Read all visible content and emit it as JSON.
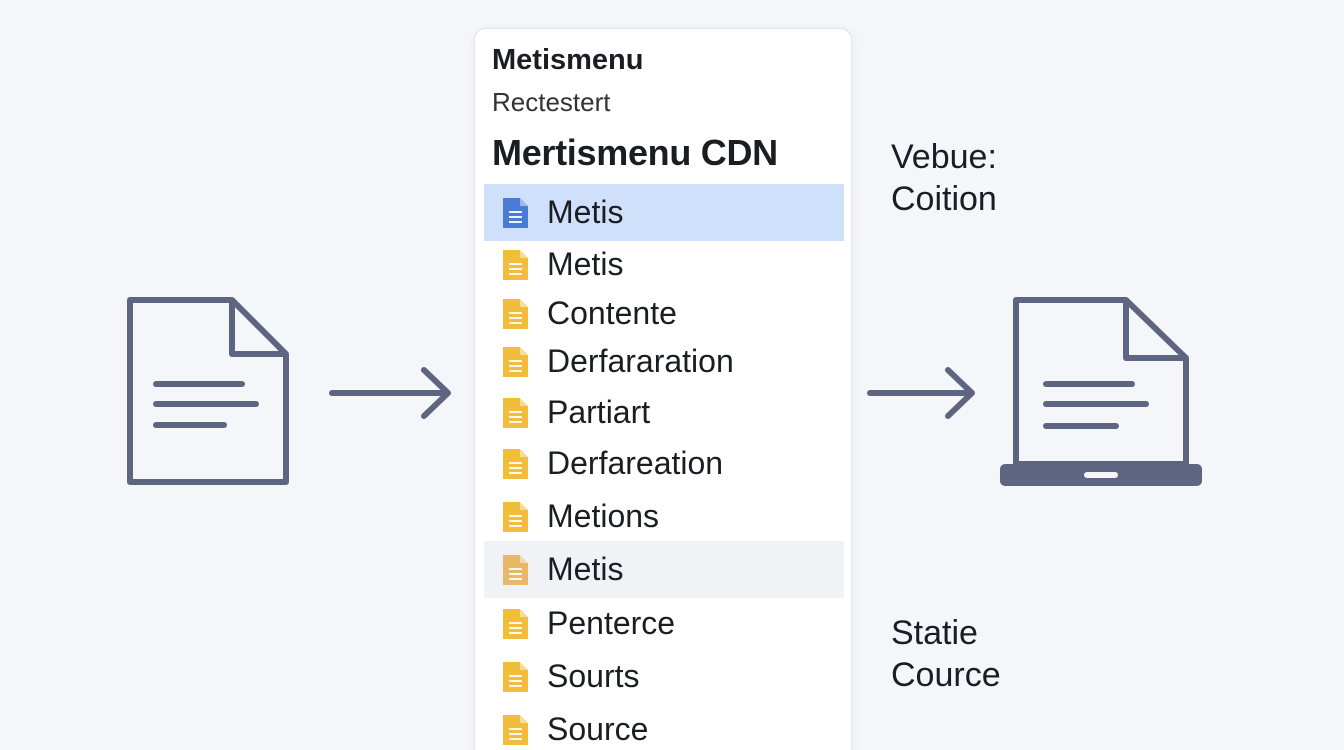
{
  "menu": {
    "title": "Metismenu",
    "subtitle": "Rectestert",
    "heading": "Mertismenu CDN",
    "items": [
      {
        "label": "Metis",
        "state": "active",
        "icon": "file-icon",
        "icon_color": "#4a7bd6"
      },
      {
        "label": "Metis",
        "state": "normal",
        "icon": "file-icon",
        "icon_color": "#f3bd3c"
      },
      {
        "label": "Contente",
        "state": "normal",
        "icon": "file-icon",
        "icon_color": "#f3bd3c"
      },
      {
        "label": "Derfararation",
        "state": "normal",
        "icon": "file-icon",
        "icon_color": "#f3bd3c"
      },
      {
        "label": "Partiart",
        "state": "normal",
        "icon": "file-icon",
        "icon_color": "#f3bd3c"
      },
      {
        "label": "Derfareation",
        "state": "normal",
        "icon": "file-icon",
        "icon_color": "#f3bd3c"
      },
      {
        "label": "Metions",
        "state": "normal",
        "icon": "file-icon",
        "icon_color": "#f3bd3c"
      },
      {
        "label": "Metis",
        "state": "hover",
        "icon": "file-icon",
        "icon_color": "#e8b866"
      },
      {
        "label": "Penterce",
        "state": "normal",
        "icon": "file-icon",
        "icon_color": "#f3bd3c"
      },
      {
        "label": "Sourts",
        "state": "normal",
        "icon": "file-icon",
        "icon_color": "#f3bd3c"
      },
      {
        "label": "Source",
        "state": "normal",
        "icon": "file-icon",
        "icon_color": "#f3bd3c"
      }
    ]
  },
  "captions": {
    "top_line1": "Vebue:",
    "top_line2": "Coition",
    "bottom_line1": "Statie",
    "bottom_line2": "Cource"
  },
  "icons": {
    "left": "document-icon",
    "right": "laptop-document-icon",
    "arrows": "arrow-right-icon"
  },
  "colors": {
    "background": "#f5f6fa",
    "outline": "#5d6580",
    "active_row": "#cfe0fb",
    "hover_row": "#f1f2f5"
  }
}
